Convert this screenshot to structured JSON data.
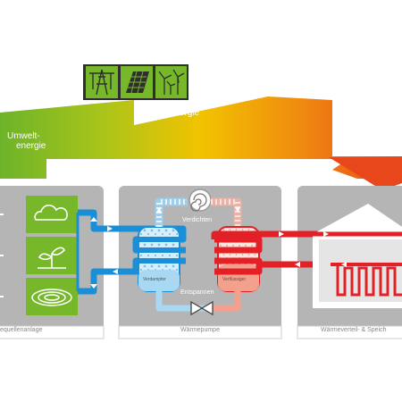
{
  "energy_sources": {
    "drive_label": "Antriebsenergie",
    "environment_label_line1": "Umwelt-",
    "environment_label_line2": "energie",
    "icons": [
      "power-line-icon",
      "solar-panel-icon",
      "wind-turbine-icon"
    ]
  },
  "source_panel": {
    "label": "equellenanlage",
    "icons": [
      "cloud-icon",
      "plant-sprout-icon",
      "ground-coil-icon"
    ]
  },
  "heat_pump_panel": {
    "label": "Wärmepumpe",
    "compress_label": "Verdichten",
    "expand_label": "Entspannen",
    "evaporator_label": "Verdampfer",
    "condenser_label": "Verflüssiger"
  },
  "distribution_panel": {
    "label": "Wärmeverteil- & Speich"
  },
  "colors": {
    "panel": "#b5b5b5",
    "inner_panel": "#c8c8c8",
    "cold_pipe": "#1a8fd8",
    "hot_pipe": "#e22026",
    "suction_pipe": "#d4ecf9",
    "hot_gas_pipe": "#f5d6cc",
    "icon_green": "#76b82a",
    "heat_gradient": [
      "#6db32a",
      "#f2c300",
      "#e8461b"
    ]
  }
}
